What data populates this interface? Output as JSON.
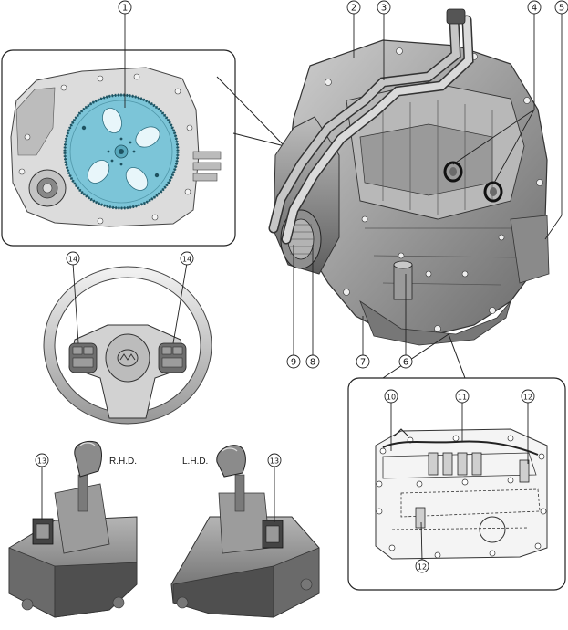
{
  "callouts": {
    "c1": "1",
    "c2": "2",
    "c3": "3",
    "c4": "4",
    "c5": "5",
    "c6": "6",
    "c7": "7",
    "c8": "8",
    "c9": "9",
    "c10": "10",
    "c11": "11",
    "c12a": "12",
    "c12b": "12",
    "c13a": "13",
    "c13b": "13",
    "c14a": "14",
    "c14b": "14"
  },
  "shifter_labels": {
    "rhd": "R.H.D.",
    "lhd": "L.H.D."
  },
  "colors": {
    "flexplate": "#7cc5d8",
    "metal_dark": "#6e6e6e",
    "metal_mid": "#a6a6a6",
    "metal_light": "#d9d9d9",
    "line": "#222222",
    "seal": "#1a1a1a",
    "highlight_green": "#6fbf3a"
  }
}
